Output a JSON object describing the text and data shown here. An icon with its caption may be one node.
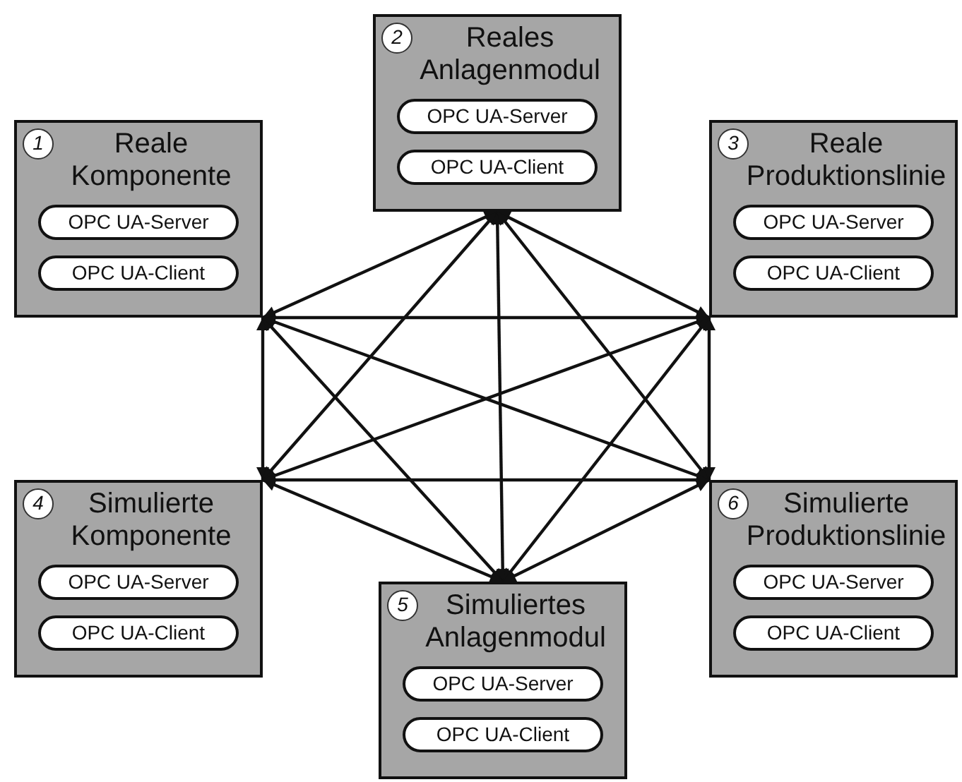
{
  "diagram": {
    "nodes": [
      {
        "text": [
          "Reale Komponente"
        ]
      },
      {
        "text": [
          "1"
        ],
        "in": 0
      },
      {
        "text": [
          "OPC UA-Server"
        ],
        "in": 0
      },
      {
        "text": [
          "OPC UA-Client"
        ],
        "in": 0
      },
      {
        "text": [
          "Reales Anlagenmodul"
        ]
      },
      {
        "text": [
          "2"
        ],
        "in": 4
      },
      {
        "text": [
          "OPC UA-Server"
        ],
        "in": 4
      },
      {
        "text": [
          "OPC UA-Client"
        ],
        "in": 4
      },
      {
        "text": [
          "Reale Produktionslinie"
        ]
      },
      {
        "text": [
          "3"
        ],
        "in": 8
      },
      {
        "text": [
          "OPC UA-Server"
        ],
        "in": 8
      },
      {
        "text": [
          "OPC UA-Client"
        ],
        "in": 8
      },
      {
        "text": [
          "Simulierte Komponente"
        ]
      },
      {
        "text": [
          "4"
        ],
        "in": 12
      },
      {
        "text": [
          "OPC UA-Server"
        ],
        "in": 12
      },
      {
        "text": [
          "OPC UA-Client"
        ],
        "in": 12
      },
      {
        "text": [
          "Simuliertes Anlagenmodul"
        ]
      },
      {
        "text": [
          "5"
        ],
        "in": 16
      },
      {
        "text": [
          "OPC UA-Server"
        ],
        "in": 16
      },
      {
        "text": [
          "OPC UA-Client"
        ],
        "in": 16
      },
      {
        "text": [
          "Simulierte Produktionslinie"
        ]
      },
      {
        "text": [
          "6"
        ],
        "in": 20
      },
      {
        "text": [
          "OPC UA-Server"
        ],
        "in": 20
      },
      {
        "text": [
          "OPC UA-Client"
        ],
        "in": 20
      }
    ],
    "edges": [
      {
        "from": 0,
        "to": 4,
        "arrow": "both"
      },
      {
        "from": 0,
        "to": 8,
        "arrow": "both"
      },
      {
        "from": 0,
        "to": 12,
        "arrow": "both"
      },
      {
        "from": 0,
        "to": 16,
        "arrow": "both"
      },
      {
        "from": 0,
        "to": 20,
        "arrow": "both"
      },
      {
        "from": 4,
        "to": 8,
        "arrow": "both"
      },
      {
        "from": 4,
        "to": 12,
        "arrow": "both"
      },
      {
        "from": 4,
        "to": 16,
        "arrow": "both"
      },
      {
        "from": 4,
        "to": 20,
        "arrow": "both"
      },
      {
        "from": 8,
        "to": 12,
        "arrow": "both"
      },
      {
        "from": 8,
        "to": 16,
        "arrow": "both"
      },
      {
        "from": 8,
        "to": 20,
        "arrow": "both"
      },
      {
        "from": 12,
        "to": 16,
        "arrow": "both"
      },
      {
        "from": 12,
        "to": 20,
        "arrow": "both"
      },
      {
        "from": 16,
        "to": 20,
        "arrow": "both"
      }
    ]
  }
}
